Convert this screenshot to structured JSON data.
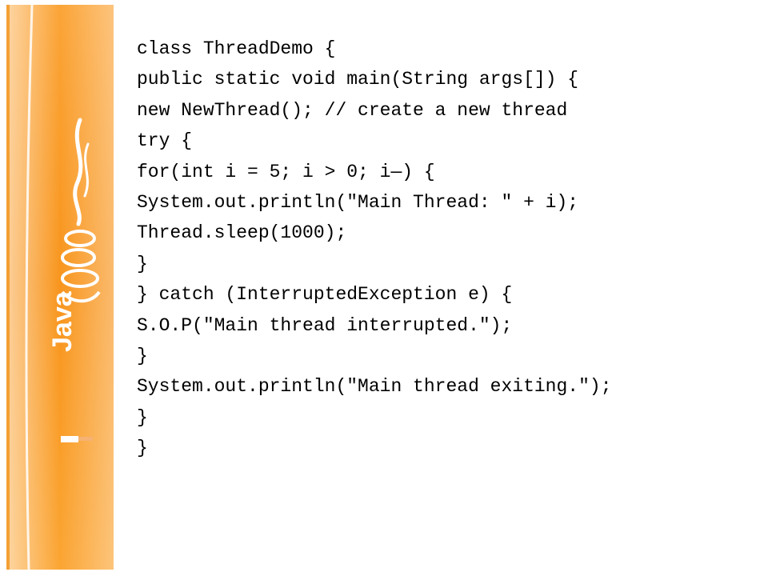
{
  "slide": {
    "logo": {
      "icon": "java-coffee-cup-icon",
      "wordmark": "Java"
    },
    "colors": {
      "orange_light": "#fdb44f",
      "orange_mid": "#f79a1c",
      "orange_dark": "#f08a08",
      "text": "#000000",
      "background": "#ffffff"
    },
    "code_lines": [
      "class ThreadDemo {",
      "public static void main(String args[]) {",
      "new NewThread(); // create a new thread",
      "try {",
      "for(int i = 5; i > 0; i—) {",
      "System.out.println(\"Main Thread: \" + i);",
      "Thread.sleep(1000);",
      "}",
      "} catch (InterruptedException e) {",
      "S.O.P(\"Main thread interrupted.\");",
      "}",
      "System.out.println(\"Main thread exiting.\");",
      "}",
      "}"
    ]
  }
}
